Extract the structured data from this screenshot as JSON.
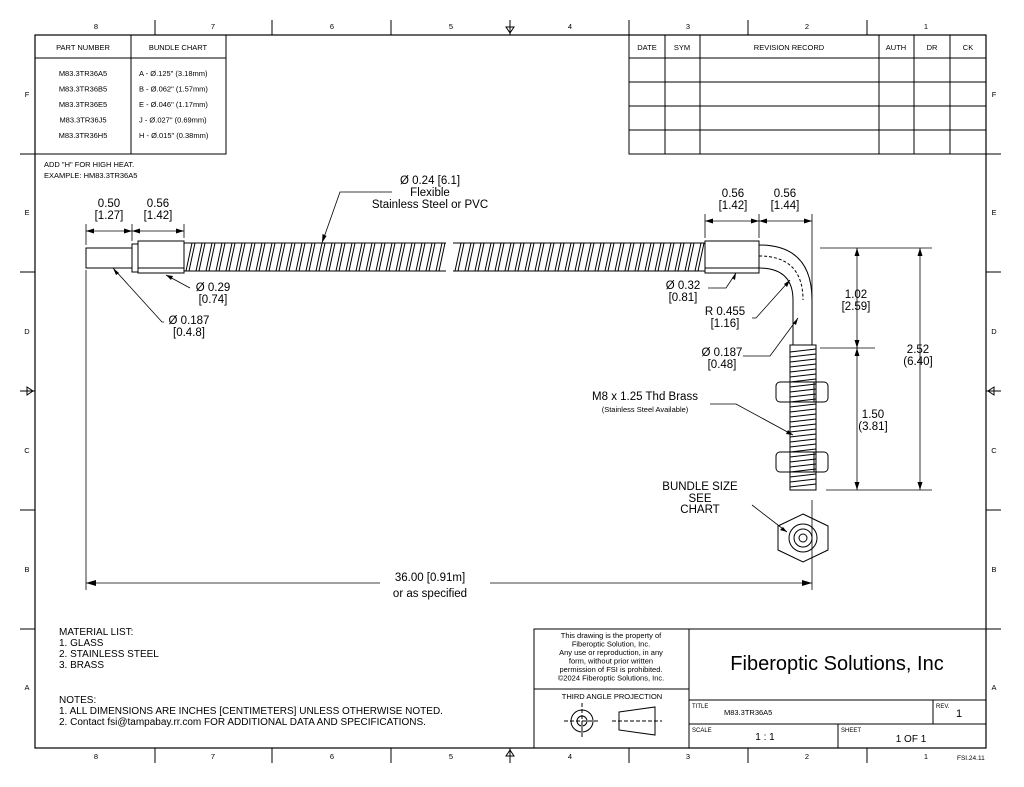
{
  "grid": {
    "columns": [
      "8",
      "7",
      "6",
      "5",
      "4",
      "3",
      "2",
      "1"
    ],
    "rows": [
      "F",
      "E",
      "D",
      "C",
      "B",
      "A"
    ]
  },
  "part_chart": {
    "header_part": "PART NUMBER",
    "header_bundle": "BUNDLE CHART",
    "rows": [
      {
        "part": "M83.3TR36A5",
        "bundle": "A - Ø.125\" (3.18mm)"
      },
      {
        "part": "M83.3TR36B5",
        "bundle": "B - Ø.062\" (1.57mm)"
      },
      {
        "part": "M83.3TR36E5",
        "bundle": "E - Ø.046\" (1.17mm)"
      },
      {
        "part": "M83.3TR36J5",
        "bundle": "J - Ø.027\" (0.69mm)"
      },
      {
        "part": "M83.3TR36H5",
        "bundle": "H - Ø.015\" (0.38mm)"
      }
    ],
    "note_1": "ADD \"H\" FOR HIGH HEAT.",
    "note_2": "EXAMPLE: HM83.3TR36A5"
  },
  "revision_table": {
    "headers": [
      "DATE",
      "SYM",
      "REVISION RECORD",
      "AUTH",
      "DR",
      "CK"
    ]
  },
  "dimensions": {
    "d_050": "0.50",
    "d_050_cm": "[1.27]",
    "d_056": "0.56",
    "d_056_cm": "[1.42]",
    "flex_dia": "Ø 0.24 [6.1]",
    "flex_l1": "Flexible",
    "flex_l2": "Stainless Steel or PVC",
    "d_029": "Ø 0.29",
    "d_029_cm": "[0.74]",
    "d_0187": "Ø 0.187",
    "d_0187_cm": "[0.4.8]",
    "r_056a": "0.56",
    "r_056a_cm": "[1.42]",
    "r_056b": "0.56",
    "r_056b_cm": "[1.44]",
    "d_032": "Ø 0.32",
    "d_032_cm": "[0.81]",
    "r_0455": "R 0.455",
    "r_0455_cm": "[1.16]",
    "d_0187b": "Ø 0.187",
    "d_0187b_cm": "[0.48]",
    "thread": "M8 x 1.25 Thd Brass",
    "thread_sub": "(Stainless Steel Available)",
    "h_102": "1.02",
    "h_102_cm": "[2.59]",
    "h_252": "2.52",
    "h_252_cm": "(6.40]",
    "h_150": "1.50",
    "h_150_cm": "(3.81]",
    "bundle_l1": "BUNDLE SIZE",
    "bundle_l2": "SEE",
    "bundle_l3": "CHART",
    "length": "36.00 [0.91m]",
    "length_sub": "or as specified"
  },
  "materials": {
    "title": "MATERIAL LIST:",
    "items": [
      "1.   GLASS",
      "2.   STAINLESS STEEL",
      "3.   BRASS"
    ]
  },
  "notes": {
    "title": "NOTES:",
    "items": [
      "1.   ALL DIMENSIONS ARE INCHES [CENTIMETERS] UNLESS OTHERWISE NOTED.",
      "2.   Contact fsi@tampabay.rr.com FOR ADDITIONAL DATA AND SPECIFICATIONS."
    ]
  },
  "title_block": {
    "property_lines": [
      "This drawing is the property of",
      "Fiberoptic Solution, Inc.",
      "Any use or reproduction, in any",
      "form, without prior written",
      "permission of FSI is prohibited.",
      "©2024 Fiberoptic Solutions, Inc."
    ],
    "projection": "THIRD ANGLE PROJECTION",
    "company": "Fiberoptic Solutions, Inc",
    "title_label": "TITLE",
    "title_value": "M83.3TR36A5",
    "rev_label": "REV.",
    "rev_value": "1",
    "scale_label": "SCALE",
    "scale_value": "1 : 1",
    "sheet_label": "SHEET",
    "sheet_value": "1  OF 1",
    "doc_code": "FSI.24.11"
  }
}
